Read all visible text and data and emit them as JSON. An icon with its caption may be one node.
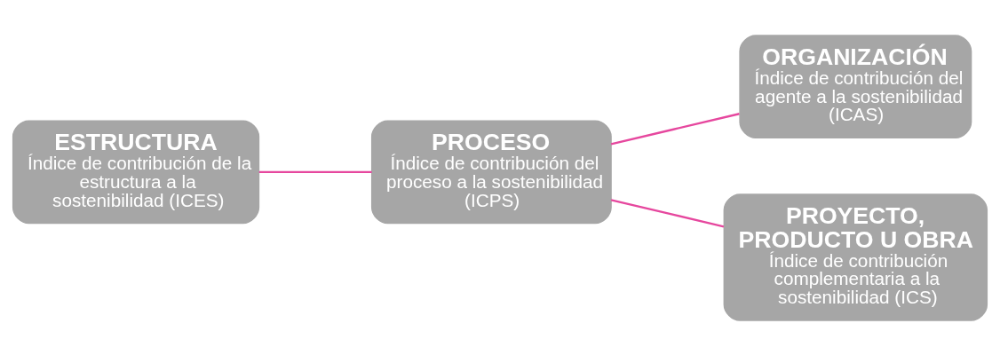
{
  "diagram": {
    "nodes": [
      {
        "text": [
          "ESTRUCTURA",
          "Índice de contribución de la estructura a la sostenibilidad (ICES)"
        ]
      },
      {
        "text": [
          "PROCESO",
          "Índice de contribución del proceso a la sostenibilidad (ICPS)"
        ]
      },
      {
        "text": [
          "ORGANIZACIÓN",
          "Índice de contribución del agente a la sostenibilidad (ICAS)"
        ]
      },
      {
        "text": [
          "PROYECTO, PRODUCTO U OBRA",
          "Índice de contribución complementaria a la sostenibilidad (ICS)"
        ]
      }
    ],
    "edges": [
      {
        "from": 0,
        "to": 1,
        "arrow": "none"
      },
      {
        "from": 1,
        "to": 2,
        "arrow": "none"
      },
      {
        "from": 1,
        "to": 3,
        "arrow": "none"
      }
    ]
  }
}
